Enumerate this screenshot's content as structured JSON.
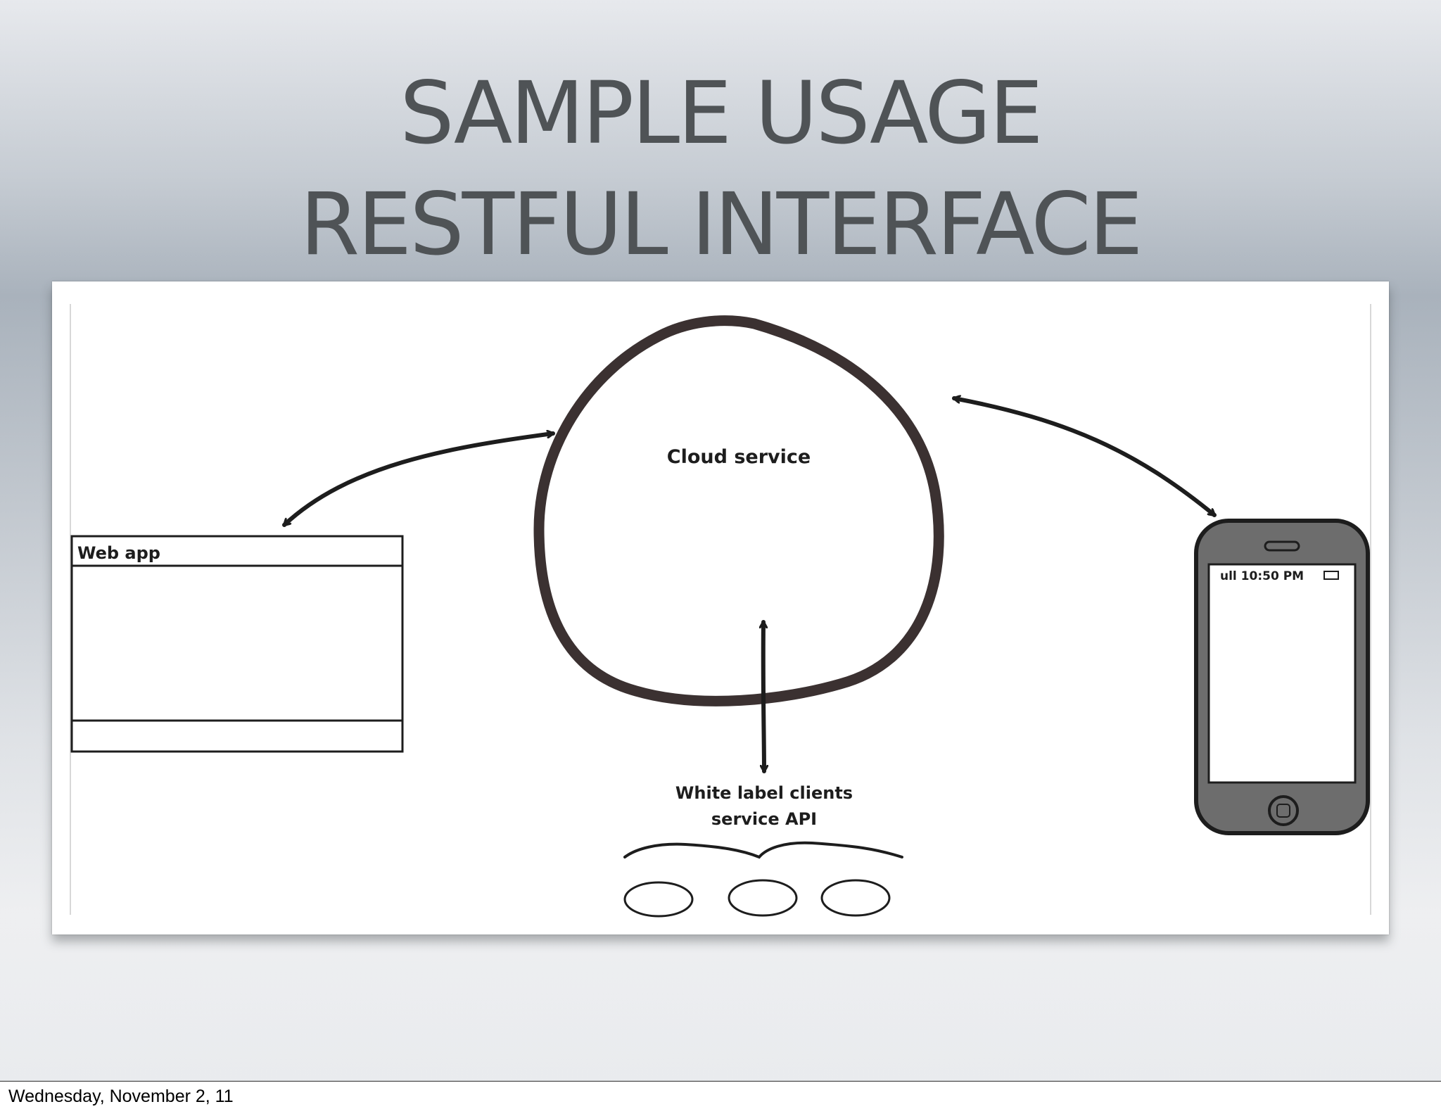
{
  "slide": {
    "title_line1": "SAMPLE USAGE",
    "title_line2": "RESTFUL INTERFACE",
    "footer_date": "Wednesday, November 2, 11"
  },
  "diagram": {
    "cloud_label": "Cloud service",
    "webapp_label": "Web app",
    "clients_label_line1": "White label clients",
    "clients_label_line2": "service API",
    "phone_status": "ull 10:50 PM",
    "colors": {
      "ink": "#1d1d1d",
      "cloud_stroke": "#3b3131",
      "phone_body": "#6d6d6d"
    }
  }
}
